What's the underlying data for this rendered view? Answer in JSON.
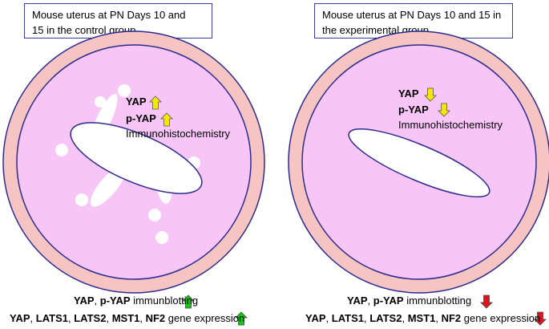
{
  "panels": [
    {
      "title": "Mouse uterus at PN Days 10 and\n15  in the control group",
      "markers": [
        {
          "name": "YAP",
          "direction": "up"
        },
        {
          "name": "p-YAP",
          "direction": "up"
        }
      ],
      "method": "Immunohistochemistry",
      "blot": {
        "markers": [
          "YAP",
          "p-YAP"
        ],
        "text": "immunblotting",
        "direction": "up"
      },
      "genes": {
        "markers": [
          "YAP",
          "LATS1",
          "LATS2",
          "MST1",
          "NF2"
        ],
        "text": "gene expression",
        "direction": "up"
      }
    },
    {
      "title": "Mouse uterus at PN Days 10 and 15 in\nthe experimental group",
      "markers": [
        {
          "name": "YAP",
          "direction": "down"
        },
        {
          "name": "p-YAP",
          "direction": "down"
        }
      ],
      "method": "Immunohistochemistry",
      "blot": {
        "markers": [
          "YAP",
          "p-YAP"
        ],
        "text": "immunblotting",
        "direction": "down"
      },
      "genes": {
        "markers": [
          "YAP",
          "LATS1",
          "LATS2",
          "MST1",
          "NF2"
        ],
        "text": "gene expression",
        "direction": "down"
      }
    }
  ],
  "colors": {
    "outer_ring": "#f7c4c4",
    "inner_tissue": "#f7c6f7",
    "outline": "#2b2b8f",
    "arrow_yellow": "#f5e800",
    "arrow_green": "#14c814",
    "arrow_red": "#e0141e"
  }
}
